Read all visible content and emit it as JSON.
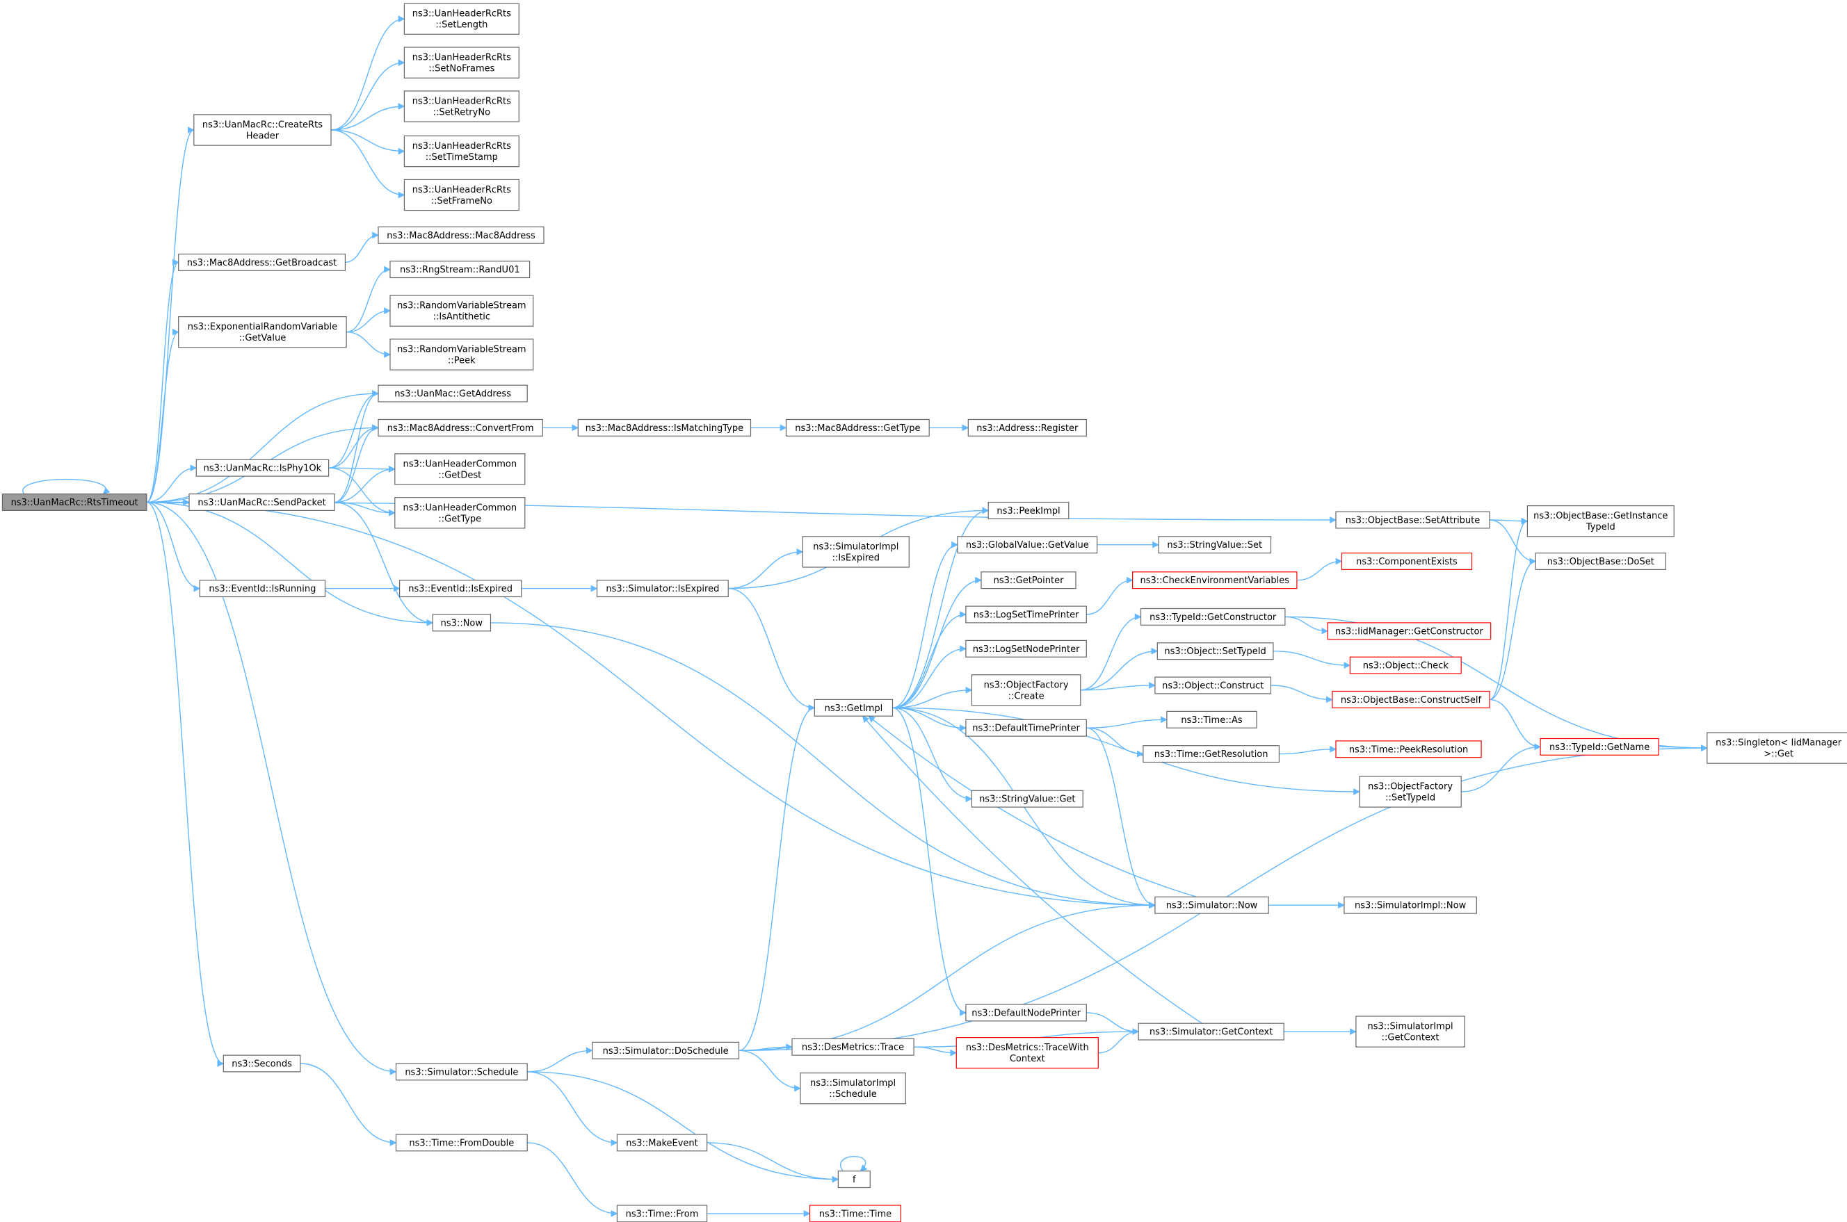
{
  "diagram": {
    "type": "call-graph",
    "colors": {
      "edge": "#63b8ff",
      "node_border": "#666666",
      "root_fill": "#999999",
      "error_border": "#ff0000"
    },
    "nodes": [
      {
        "id": "root",
        "lines": [
          "ns3::UanMacRc::RtsTimeout"
        ],
        "style": "root"
      },
      {
        "id": "createRts",
        "lines": [
          "ns3::UanMacRc::CreateRts",
          "Header"
        ]
      },
      {
        "id": "setLength",
        "lines": [
          "ns3::UanHeaderRcRts",
          "::SetLength"
        ]
      },
      {
        "id": "setNoFrames",
        "lines": [
          "ns3::UanHeaderRcRts",
          "::SetNoFrames"
        ]
      },
      {
        "id": "setRetryNo",
        "lines": [
          "ns3::UanHeaderRcRts",
          "::SetRetryNo"
        ]
      },
      {
        "id": "setTimeStamp",
        "lines": [
          "ns3::UanHeaderRcRts",
          "::SetTimeStamp"
        ]
      },
      {
        "id": "setFrameNo",
        "lines": [
          "ns3::UanHeaderRcRts",
          "::SetFrameNo"
        ]
      },
      {
        "id": "getBroadcast",
        "lines": [
          "ns3::Mac8Address::GetBroadcast"
        ]
      },
      {
        "id": "mac8ctor",
        "lines": [
          "ns3::Mac8Address::Mac8Address"
        ]
      },
      {
        "id": "expGetValue",
        "lines": [
          "ns3::ExponentialRandomVariable",
          "::GetValue"
        ]
      },
      {
        "id": "randU01",
        "lines": [
          "ns3::RngStream::RandU01"
        ]
      },
      {
        "id": "isAntithetic",
        "lines": [
          "ns3::RandomVariableStream",
          "::IsAntithetic"
        ]
      },
      {
        "id": "peek",
        "lines": [
          "ns3::RandomVariableStream",
          "::Peek"
        ]
      },
      {
        "id": "uanGetAddress",
        "lines": [
          "ns3::UanMac::GetAddress"
        ]
      },
      {
        "id": "convertFrom",
        "lines": [
          "ns3::Mac8Address::ConvertFrom"
        ]
      },
      {
        "id": "isMatchingType",
        "lines": [
          "ns3::Mac8Address::IsMatchingType"
        ]
      },
      {
        "id": "mac8GetType",
        "lines": [
          "ns3::Mac8Address::GetType"
        ]
      },
      {
        "id": "addrRegister",
        "lines": [
          "ns3::Address::Register"
        ]
      },
      {
        "id": "isPhy1Ok",
        "lines": [
          "ns3::UanMacRc::IsPhy1Ok"
        ]
      },
      {
        "id": "getDest",
        "lines": [
          "ns3::UanHeaderCommon",
          "::GetDest"
        ]
      },
      {
        "id": "sendPacket",
        "lines": [
          "ns3::UanMacRc::SendPacket"
        ]
      },
      {
        "id": "hdrGetType",
        "lines": [
          "ns3::UanHeaderCommon",
          "::GetType"
        ]
      },
      {
        "id": "setAttribute",
        "lines": [
          "ns3::ObjectBase::SetAttribute"
        ]
      },
      {
        "id": "getInstanceTypeId",
        "lines": [
          "ns3::ObjectBase::GetInstance",
          "TypeId"
        ]
      },
      {
        "id": "doSet",
        "lines": [
          "ns3::ObjectBase::DoSet"
        ]
      },
      {
        "id": "peekImpl",
        "lines": [
          "ns3::PeekImpl"
        ]
      },
      {
        "id": "simImplIsExpired",
        "lines": [
          "ns3::SimulatorImpl",
          "::IsExpired"
        ]
      },
      {
        "id": "gvGetValue",
        "lines": [
          "ns3::GlobalValue::GetValue"
        ]
      },
      {
        "id": "stringValueSet",
        "lines": [
          "ns3::StringValue::Set"
        ]
      },
      {
        "id": "eventIsRunning",
        "lines": [
          "ns3::EventId::IsRunning"
        ]
      },
      {
        "id": "eventIsExpired",
        "lines": [
          "ns3::EventId::IsExpired"
        ]
      },
      {
        "id": "simIsExpired",
        "lines": [
          "ns3::Simulator::IsExpired"
        ]
      },
      {
        "id": "checkEnv",
        "lines": [
          "ns3::CheckEnvironmentVariables"
        ],
        "style": "red"
      },
      {
        "id": "componentExists",
        "lines": [
          "ns3::ComponentExists"
        ],
        "style": "red"
      },
      {
        "id": "getPointer",
        "lines": [
          "ns3::GetPointer"
        ]
      },
      {
        "id": "logSetTimePrinter",
        "lines": [
          "ns3::LogSetTimePrinter"
        ]
      },
      {
        "id": "typeIdGetCtor",
        "lines": [
          "ns3::TypeId::GetConstructor"
        ]
      },
      {
        "id": "iidGetCtor",
        "lines": [
          "ns3::IidManager::GetConstructor"
        ],
        "style": "red"
      },
      {
        "id": "now",
        "lines": [
          "ns3::Now"
        ]
      },
      {
        "id": "logSetNodePrinter",
        "lines": [
          "ns3::LogSetNodePrinter"
        ]
      },
      {
        "id": "objSetTypeId",
        "lines": [
          "ns3::Object::SetTypeId"
        ]
      },
      {
        "id": "objCheck",
        "lines": [
          "ns3::Object::Check"
        ],
        "style": "red"
      },
      {
        "id": "ofCreate",
        "lines": [
          "ns3::ObjectFactory",
          "::Create"
        ]
      },
      {
        "id": "objConstruct",
        "lines": [
          "ns3::Object::Construct"
        ]
      },
      {
        "id": "getImpl",
        "lines": [
          "ns3::GetImpl"
        ]
      },
      {
        "id": "constructSelf",
        "lines": [
          "ns3::ObjectBase::ConstructSelf"
        ],
        "style": "red"
      },
      {
        "id": "defaultTimePrinter",
        "lines": [
          "ns3::DefaultTimePrinter"
        ]
      },
      {
        "id": "timeAs",
        "lines": [
          "ns3::Time::As"
        ]
      },
      {
        "id": "typeIdGetName",
        "lines": [
          "ns3::TypeId::GetName"
        ],
        "style": "red"
      },
      {
        "id": "singletonGet",
        "lines": [
          "ns3::Singleton< IidManager",
          ">::Get"
        ]
      },
      {
        "id": "getResolution",
        "lines": [
          "ns3::Time::GetResolution"
        ]
      },
      {
        "id": "peekResolution",
        "lines": [
          "ns3::Time::PeekResolution"
        ],
        "style": "red"
      },
      {
        "id": "ofSetTypeId",
        "lines": [
          "ns3::ObjectFactory",
          "::SetTypeId"
        ]
      },
      {
        "id": "stringValueGet",
        "lines": [
          "ns3::StringValue::Get"
        ]
      },
      {
        "id": "simNow",
        "lines": [
          "ns3::Simulator::Now"
        ]
      },
      {
        "id": "simImplNow",
        "lines": [
          "ns3::SimulatorImpl::Now"
        ]
      },
      {
        "id": "defaultNodePrinter",
        "lines": [
          "ns3::DefaultNodePrinter"
        ]
      },
      {
        "id": "getContext",
        "lines": [
          "ns3::Simulator::GetContext"
        ]
      },
      {
        "id": "simImplGetContext",
        "lines": [
          "ns3::SimulatorImpl",
          "::GetContext"
        ]
      },
      {
        "id": "seconds",
        "lines": [
          "ns3::Seconds"
        ]
      },
      {
        "id": "schedule",
        "lines": [
          "ns3::Simulator::Schedule"
        ]
      },
      {
        "id": "doSchedule",
        "lines": [
          "ns3::Simulator::DoSchedule"
        ]
      },
      {
        "id": "desTrace",
        "lines": [
          "ns3::DesMetrics::Trace"
        ]
      },
      {
        "id": "traceWithContext",
        "lines": [
          "ns3::DesMetrics::TraceWith",
          "Context"
        ],
        "style": "red"
      },
      {
        "id": "simImplSchedule",
        "lines": [
          "ns3::SimulatorImpl",
          "::Schedule"
        ]
      },
      {
        "id": "fromDouble",
        "lines": [
          "ns3::Time::FromDouble"
        ]
      },
      {
        "id": "makeEvent",
        "lines": [
          "ns3::MakeEvent"
        ]
      },
      {
        "id": "f",
        "lines": [
          "f"
        ]
      },
      {
        "id": "timeFrom",
        "lines": [
          "ns3::Time::From"
        ]
      },
      {
        "id": "timeTime",
        "lines": [
          "ns3::Time::Time"
        ],
        "style": "red"
      }
    ],
    "edges": [
      [
        "root",
        "root"
      ],
      [
        "root",
        "createRts"
      ],
      [
        "root",
        "getBroadcast"
      ],
      [
        "root",
        "expGetValue"
      ],
      [
        "root",
        "uanGetAddress"
      ],
      [
        "root",
        "convertFrom"
      ],
      [
        "root",
        "isPhy1Ok"
      ],
      [
        "root",
        "sendPacket"
      ],
      [
        "root",
        "setAttribute"
      ],
      [
        "root",
        "eventIsRunning"
      ],
      [
        "root",
        "now"
      ],
      [
        "root",
        "simNow"
      ],
      [
        "root",
        "seconds"
      ],
      [
        "root",
        "schedule"
      ],
      [
        "createRts",
        "setLength"
      ],
      [
        "createRts",
        "setNoFrames"
      ],
      [
        "createRts",
        "setRetryNo"
      ],
      [
        "createRts",
        "setTimeStamp"
      ],
      [
        "createRts",
        "setFrameNo"
      ],
      [
        "getBroadcast",
        "mac8ctor"
      ],
      [
        "expGetValue",
        "randU01"
      ],
      [
        "expGetValue",
        "isAntithetic"
      ],
      [
        "expGetValue",
        "peek"
      ],
      [
        "convertFrom",
        "isMatchingType"
      ],
      [
        "isMatchingType",
        "mac8GetType"
      ],
      [
        "mac8GetType",
        "addrRegister"
      ],
      [
        "isPhy1Ok",
        "uanGetAddress"
      ],
      [
        "isPhy1Ok",
        "convertFrom"
      ],
      [
        "isPhy1Ok",
        "getDest"
      ],
      [
        "isPhy1Ok",
        "hdrGetType"
      ],
      [
        "sendPacket",
        "uanGetAddress"
      ],
      [
        "sendPacket",
        "convertFrom"
      ],
      [
        "sendPacket",
        "getDest"
      ],
      [
        "sendPacket",
        "hdrGetType"
      ],
      [
        "sendPacket",
        "now"
      ],
      [
        "setAttribute",
        "getInstanceTypeId"
      ],
      [
        "setAttribute",
        "doSet"
      ],
      [
        "eventIsRunning",
        "eventIsExpired"
      ],
      [
        "eventIsExpired",
        "simIsExpired"
      ],
      [
        "simIsExpired",
        "simImplIsExpired"
      ],
      [
        "simIsExpired",
        "peekImpl"
      ],
      [
        "simIsExpired",
        "getImpl"
      ],
      [
        "now",
        "simNow"
      ],
      [
        "getImpl",
        "peekImpl"
      ],
      [
        "getImpl",
        "gvGetValue"
      ],
      [
        "getImpl",
        "getPointer"
      ],
      [
        "getImpl",
        "logSetTimePrinter"
      ],
      [
        "getImpl",
        "logSetNodePrinter"
      ],
      [
        "getImpl",
        "ofCreate"
      ],
      [
        "getImpl",
        "defaultTimePrinter"
      ],
      [
        "getImpl",
        "ofSetTypeId"
      ],
      [
        "getImpl",
        "stringValueGet"
      ],
      [
        "getImpl",
        "simNow"
      ],
      [
        "getImpl",
        "defaultNodePrinter"
      ],
      [
        "gvGetValue",
        "stringValueSet"
      ],
      [
        "logSetTimePrinter",
        "checkEnv"
      ],
      [
        "checkEnv",
        "componentExists"
      ],
      [
        "ofCreate",
        "typeIdGetCtor"
      ],
      [
        "ofCreate",
        "objSetTypeId"
      ],
      [
        "ofCreate",
        "objConstruct"
      ],
      [
        "typeIdGetCtor",
        "iidGetCtor"
      ],
      [
        "typeIdGetCtor",
        "singletonGet"
      ],
      [
        "objSetTypeId",
        "objCheck"
      ],
      [
        "objConstruct",
        "constructSelf"
      ],
      [
        "constructSelf",
        "getInstanceTypeId"
      ],
      [
        "constructSelf",
        "doSet"
      ],
      [
        "constructSelf",
        "typeIdGetName"
      ],
      [
        "typeIdGetName",
        "singletonGet"
      ],
      [
        "defaultTimePrinter",
        "timeAs"
      ],
      [
        "defaultTimePrinter",
        "getResolution"
      ],
      [
        "defaultTimePrinter",
        "simNow"
      ],
      [
        "getResolution",
        "peekResolution"
      ],
      [
        "ofSetTypeId",
        "typeIdGetName"
      ],
      [
        "simNow",
        "getImpl"
      ],
      [
        "simNow",
        "simImplNow"
      ],
      [
        "defaultNodePrinter",
        "getContext"
      ],
      [
        "getContext",
        "getImpl"
      ],
      [
        "getContext",
        "simImplGetContext"
      ],
      [
        "seconds",
        "fromDouble"
      ],
      [
        "fromDouble",
        "timeFrom"
      ],
      [
        "timeFrom",
        "timeTime"
      ],
      [
        "schedule",
        "doSchedule"
      ],
      [
        "schedule",
        "makeEvent"
      ],
      [
        "schedule",
        "f"
      ],
      [
        "doSchedule",
        "getImpl"
      ],
      [
        "doSchedule",
        "simNow"
      ],
      [
        "doSchedule",
        "desTrace"
      ],
      [
        "doSchedule",
        "simImplSchedule"
      ],
      [
        "doSchedule",
        "singletonGet"
      ],
      [
        "desTrace",
        "traceWithContext"
      ],
      [
        "desTrace",
        "getContext"
      ],
      [
        "traceWithContext",
        "getContext"
      ],
      [
        "makeEvent",
        "f"
      ],
      [
        "f",
        "f"
      ]
    ]
  }
}
